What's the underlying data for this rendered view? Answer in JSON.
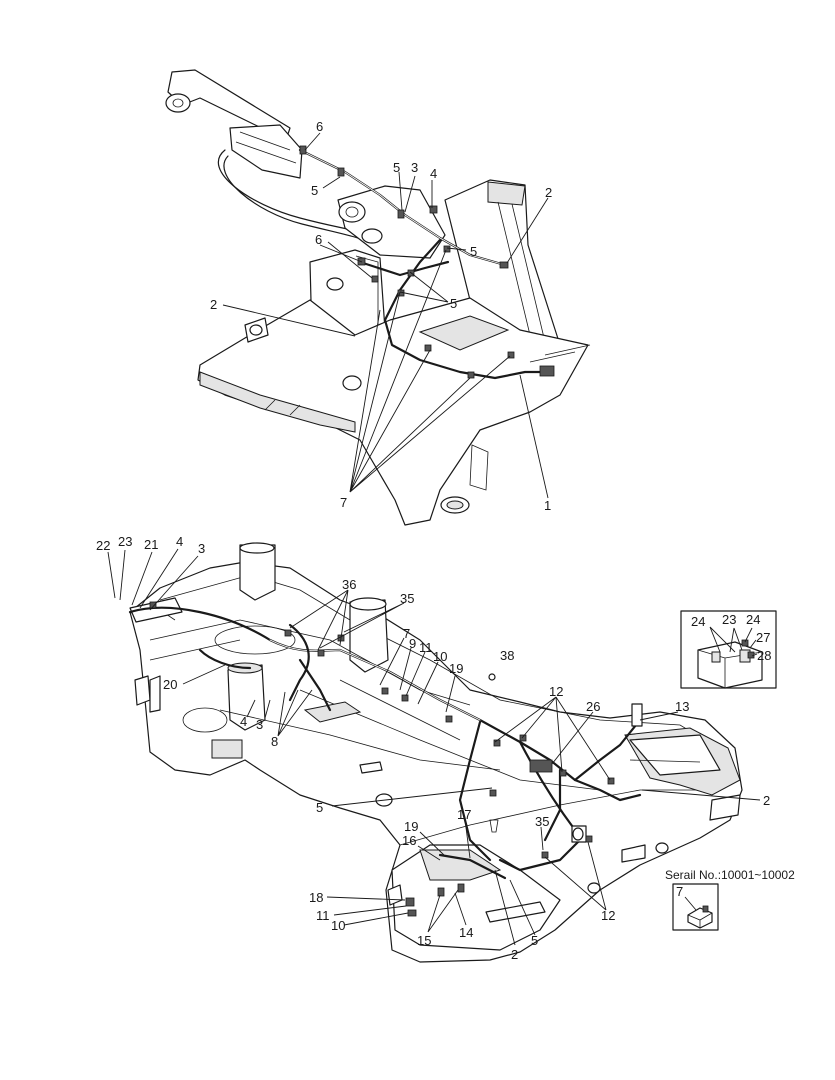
{
  "callouts_upper": [
    {
      "id": "u6a",
      "text": "6"
    },
    {
      "id": "u5a",
      "text": "5"
    },
    {
      "id": "u3a",
      "text": "3"
    },
    {
      "id": "u4a",
      "text": "4"
    },
    {
      "id": "u5b",
      "text": "5"
    },
    {
      "id": "u2a",
      "text": "2"
    },
    {
      "id": "u6b",
      "text": "6"
    },
    {
      "id": "u5c",
      "text": "5"
    },
    {
      "id": "u5d",
      "text": "5"
    },
    {
      "id": "u2b",
      "text": "2"
    },
    {
      "id": "u7",
      "text": "7"
    },
    {
      "id": "u1",
      "text": "1"
    }
  ],
  "callouts_lower": [
    {
      "id": "l22",
      "text": "22"
    },
    {
      "id": "l23",
      "text": "23"
    },
    {
      "id": "l21",
      "text": "21"
    },
    {
      "id": "l4a",
      "text": "4"
    },
    {
      "id": "l3a",
      "text": "3"
    },
    {
      "id": "l36",
      "text": "36"
    },
    {
      "id": "l35a",
      "text": "35"
    },
    {
      "id": "l7",
      "text": "7"
    },
    {
      "id": "l9",
      "text": "9"
    },
    {
      "id": "l11a",
      "text": "11"
    },
    {
      "id": "l10a",
      "text": "10"
    },
    {
      "id": "l19a",
      "text": "19"
    },
    {
      "id": "l38",
      "text": "38"
    },
    {
      "id": "l20",
      "text": "20"
    },
    {
      "id": "l4b",
      "text": "4"
    },
    {
      "id": "l3b",
      "text": "3"
    },
    {
      "id": "l8",
      "text": "8"
    },
    {
      "id": "l12a",
      "text": "12"
    },
    {
      "id": "l26",
      "text": "26"
    },
    {
      "id": "l13",
      "text": "13"
    },
    {
      "id": "l2a",
      "text": "2"
    },
    {
      "id": "l5a",
      "text": "5"
    },
    {
      "id": "l19b",
      "text": "19"
    },
    {
      "id": "l16",
      "text": "16"
    },
    {
      "id": "l17",
      "text": "17"
    },
    {
      "id": "l35b",
      "text": "35"
    },
    {
      "id": "l18",
      "text": "18"
    },
    {
      "id": "l11b",
      "text": "11"
    },
    {
      "id": "l10b",
      "text": "10"
    },
    {
      "id": "l15",
      "text": "15"
    },
    {
      "id": "l14",
      "text": "14"
    },
    {
      "id": "l5b",
      "text": "5"
    },
    {
      "id": "l2b",
      "text": "2"
    },
    {
      "id": "l12b",
      "text": "12"
    }
  ],
  "detail_box_1": {
    "labels": [
      {
        "id": "d24a",
        "text": "24"
      },
      {
        "id": "d23",
        "text": "23"
      },
      {
        "id": "d24b",
        "text": "24"
      },
      {
        "id": "d27",
        "text": "27"
      },
      {
        "id": "d28",
        "text": "28"
      }
    ]
  },
  "detail_box_2": {
    "serial_text": "Serail No.:10001~10002",
    "label": "7"
  }
}
